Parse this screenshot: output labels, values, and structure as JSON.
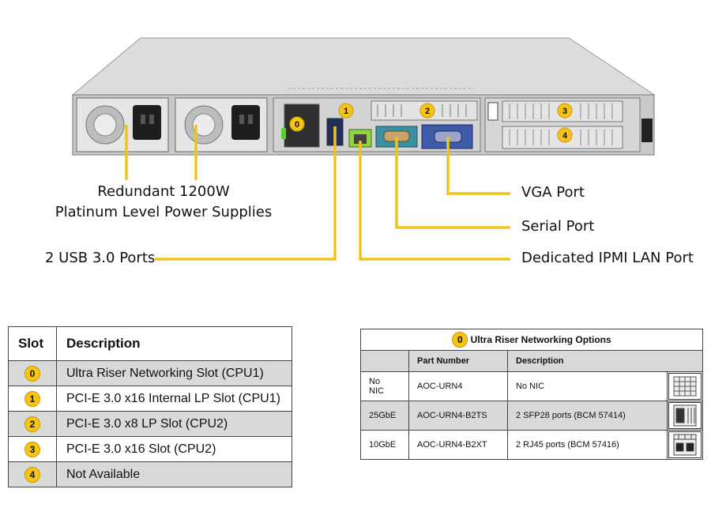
{
  "callouts": {
    "psu_line1": "Redundant 1200W",
    "psu_line2": "Platinum Level Power Supplies",
    "vga": "VGA Port",
    "serial": "Serial Port",
    "usb": "2 USB 3.0 Ports",
    "ipmi": "Dedicated IPMI LAN Port"
  },
  "chassis_badges": [
    "0",
    "1",
    "2",
    "3",
    "4"
  ],
  "colors": {
    "badge": "#f6c417",
    "leader": "#f2c21b",
    "shade": "#d9d9d9",
    "vga_blue": "#3f5aa8",
    "serial_teal": "#3a8fa0"
  },
  "slot_table": {
    "headers": {
      "slot": "Slot",
      "description": "Description"
    },
    "rows": [
      {
        "slot": "0",
        "description": "Ultra Riser Networking Slot (CPU1)"
      },
      {
        "slot": "1",
        "description": "PCI-E 3.0 x16 Internal LP Slot (CPU1)"
      },
      {
        "slot": "2",
        "description": "PCI-E 3.0 x8 LP Slot (CPU2)"
      },
      {
        "slot": "3",
        "description": "PCI-E 3.0 x16 Slot (CPU2)"
      },
      {
        "slot": "4",
        "description": "Not Available"
      }
    ]
  },
  "riser_table": {
    "title_badge": "0",
    "title": "Ultra Riser Networking Options",
    "headers": {
      "part_number": "Part Number",
      "description": "Description"
    },
    "rows": [
      {
        "type_line1": "No",
        "type_line2": "NIC",
        "part_number": "AOC-URN4",
        "description": "No NIC",
        "icon": "blank-bracket-icon"
      },
      {
        "type_line1": "25GbE",
        "type_line2": "",
        "part_number": "AOC-URN4-B2TS",
        "description": "2 SFP28 ports (BCM 57414)",
        "icon": "sfp28-bracket-icon"
      },
      {
        "type_line1": "10GbE",
        "type_line2": "",
        "part_number": "AOC-URN4-B2XT",
        "description": "2 RJ45 ports (BCM 57416)",
        "icon": "rj45-bracket-icon"
      }
    ]
  }
}
